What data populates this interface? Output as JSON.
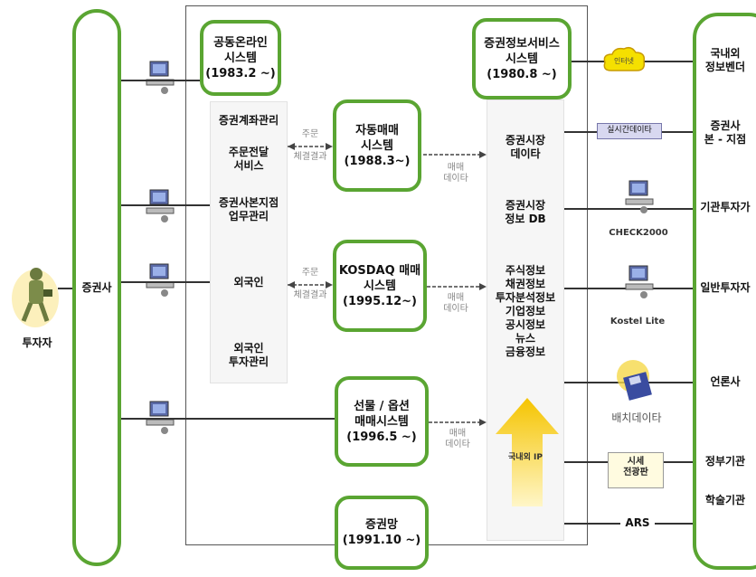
{
  "investor": {
    "label": "투자자"
  },
  "securities_firm": {
    "label": "증권사"
  },
  "systems": {
    "joint_online": {
      "line1": "공동온라인",
      "line2": "시스템",
      "line3": "(1983.2 ~)"
    },
    "info_service": {
      "line1": "증권정보서비스",
      "line2": "시스템",
      "line3": "(1980.8 ~)"
    },
    "auto_trading": {
      "line1": "자동매매",
      "line2": "시스템",
      "line3": "(1988.3~)"
    },
    "kosdaq": {
      "line1": "KOSDAQ 매매",
      "line2": "시스템",
      "line3": "(1995.12~)"
    },
    "futures": {
      "line1": "선물 / 옵션",
      "line2": "매매시스템",
      "line3": "(1996.5 ~)"
    },
    "network": {
      "line1": "증권망",
      "line2": "(1991.10 ~)"
    }
  },
  "left_panel_items": [
    "증권계좌관리",
    "주문전달\n서비스",
    "증권사본지점\n업무관리",
    "외국인",
    "외국인\n투자관리"
  ],
  "order_arrows": [
    {
      "top": "주문",
      "bottom": "체결결과"
    },
    {
      "top": "주문",
      "bottom": "체결결과"
    }
  ],
  "trade_data_label": "매매\n데이타",
  "right_panel_items": [
    "증권시장\n데이타",
    "증권시장\n정보 DB",
    "주식정보\n채권정보\n투자분석정보\n기업정보\n공시정보\n뉴스\n금융정보"
  ],
  "domestic_ip": "국내외 IP",
  "channels": {
    "internet": "인터넷",
    "realtime": "실시간데이타",
    "check2000": "CHECK2000",
    "kostel_lite": "Kostel Lite",
    "batch_data": "배치데이타",
    "quote_board": "시세\n전광판",
    "ars": "ARS"
  },
  "recipients": [
    "국내외\n정보벤더",
    "증권사\n본 - 지점",
    "기관투자가",
    "일반투자자",
    "언론사",
    "정부기관",
    "학술기관"
  ],
  "colors": {
    "green_border": "#5aa532",
    "arrow_yellow": "#f5c400"
  }
}
